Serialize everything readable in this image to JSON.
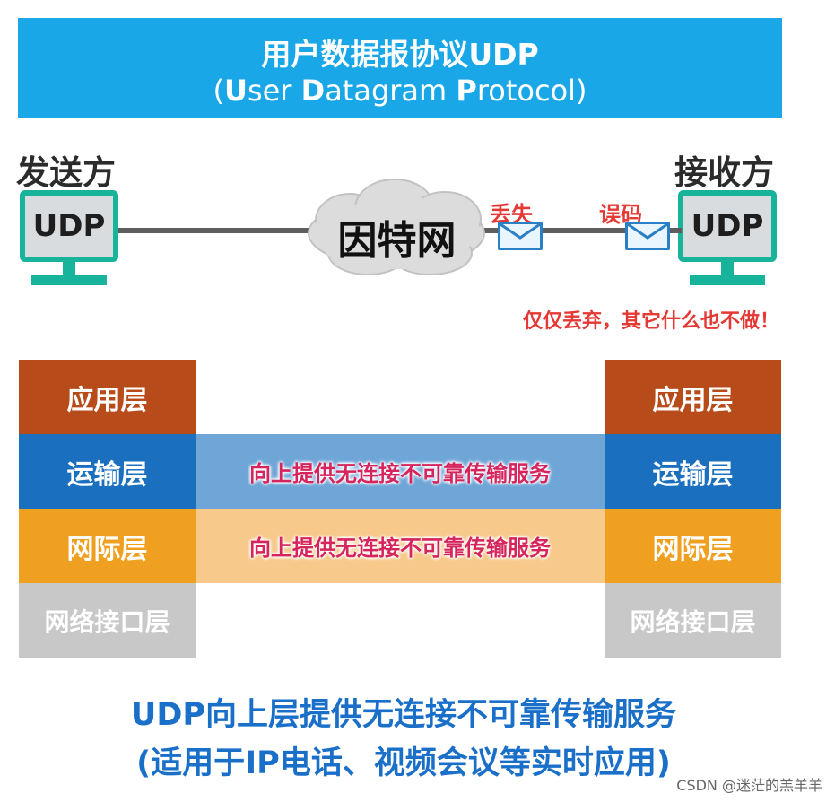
{
  "banner": {
    "title": "用户数据报协议UDP",
    "subtitle_parts": [
      "(",
      "U",
      "ser ",
      "D",
      "atagram ",
      "P",
      "rotocol)"
    ]
  },
  "sender": {
    "label": "发送方",
    "protocol": "UDP"
  },
  "receiver": {
    "label": "接收方",
    "protocol": "UDP"
  },
  "network": {
    "label": "因特网"
  },
  "events": {
    "lost": "丢失",
    "error": "误码",
    "note": "仅仅丢弃，其它什么也不做！"
  },
  "layers": {
    "left": [
      "应用层",
      "运输层",
      "网际层",
      "网络接口层"
    ],
    "right": [
      "应用层",
      "运输层",
      "网际层",
      "网络接口层"
    ]
  },
  "service_bands": [
    "向上提供无连接不可靠传输服务",
    "向上提供无连接不可靠传输服务"
  ],
  "colors": {
    "banner": "#1aa7e8",
    "application": "#b84b1a",
    "transport": "#1a6fbf",
    "network": "#f0a020",
    "link": "#c8c8c8",
    "accent_red": "#e53935",
    "footer_blue": "#1a6fc9"
  },
  "footer": {
    "line1": "UDP向上层提供无连接不可靠传输服务",
    "line2": "(适用于IP电话、视频会议等实时应用)"
  },
  "watermark": "CSDN @迷茫的羔羊羊"
}
